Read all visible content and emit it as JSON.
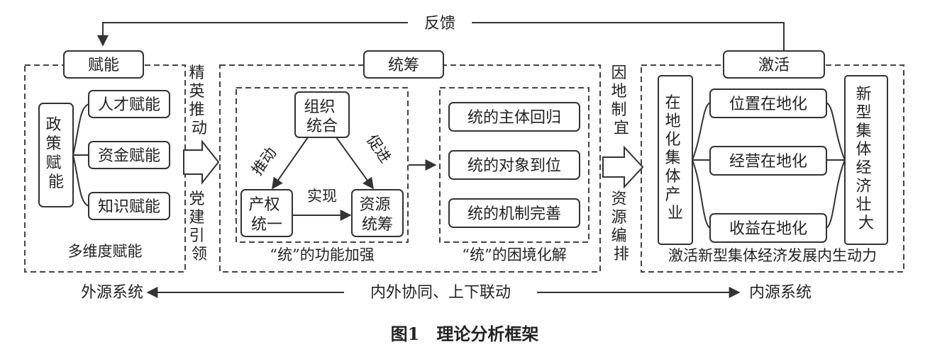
{
  "feedback": "反馈",
  "left": {
    "header": "赋能",
    "policy": "政策赋能",
    "items": [
      "人才赋能",
      "资金赋能",
      "知识赋能"
    ],
    "caption": "多维度赋能"
  },
  "connector_left": {
    "top": "精英推动",
    "bottom": "党建引领"
  },
  "middle": {
    "header": "统筹",
    "org": [
      "组织",
      "统合"
    ],
    "property": [
      "产权",
      "统一"
    ],
    "resource": [
      "资源",
      "统筹"
    ],
    "push": "推动",
    "promote": "促进",
    "realize": "实现",
    "right_items": [
      "统的主体回归",
      "统的对象到位",
      "统的机制完善"
    ],
    "caption_left": "“统”的功能加强",
    "caption_right": "“统”的困境化解"
  },
  "connector_right": {
    "top": "因地制宜",
    "bottom": "资源编排"
  },
  "right": {
    "header": "激活",
    "left_col": "在地化集体产业",
    "items": [
      "位置在地化",
      "经营在地化",
      "收益在地化"
    ],
    "right_col": "新型集体经济壮大",
    "caption": "激活新型集体经济发展内生动力"
  },
  "bottom": {
    "left": "外源系统",
    "center": "内外协同、上下联动",
    "right": "内源系统"
  },
  "figure_title": "图1　理论分析框架"
}
